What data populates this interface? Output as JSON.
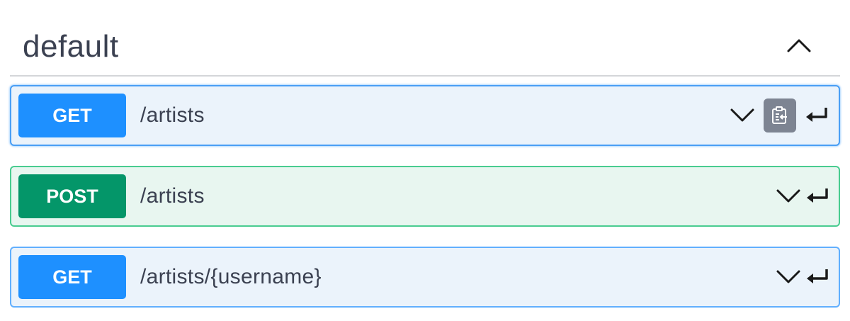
{
  "section": {
    "title": "default",
    "toggle_icon": "chevron-up-icon"
  },
  "operations": [
    {
      "method": "GET",
      "path": "/artists",
      "color": "#61affe",
      "expand_icon": "chevron-down-icon",
      "copy_icon": "clipboard-copy-icon",
      "return_icon": "return-arrow-icon"
    },
    {
      "method": "POST",
      "path": "/artists",
      "color": "#49cc90",
      "expand_icon": "chevron-down-icon",
      "return_icon": "return-arrow-icon"
    },
    {
      "method": "GET",
      "path": "/artists/{username}",
      "color": "#61affe",
      "expand_icon": "chevron-down-icon",
      "return_icon": "return-arrow-icon"
    }
  ]
}
